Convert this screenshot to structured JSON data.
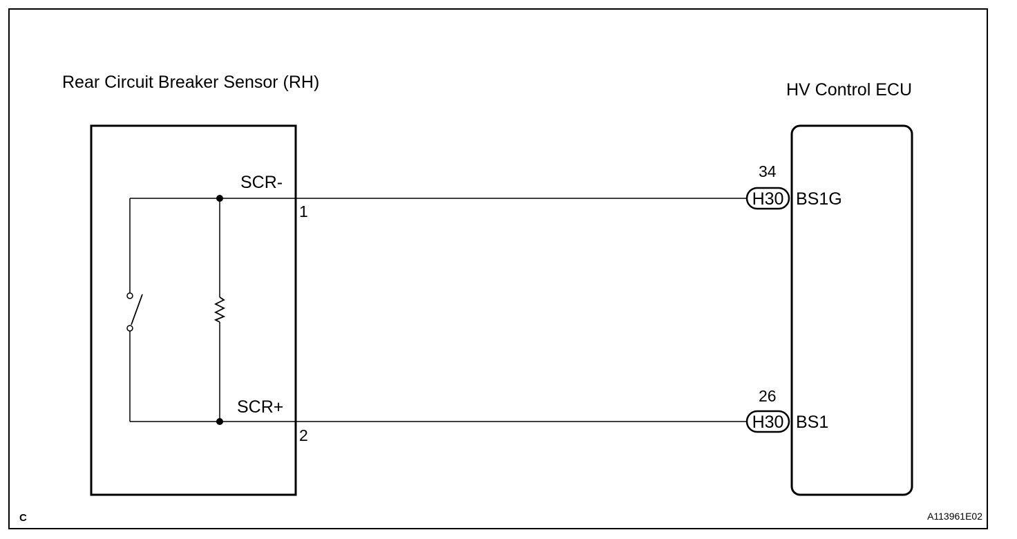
{
  "sensor": {
    "title": "Rear Circuit Breaker Sensor (RH)",
    "pins": [
      {
        "name": "SCR-",
        "number": "1"
      },
      {
        "name": "SCR+",
        "number": "2"
      }
    ]
  },
  "ecu": {
    "title": "HV Control ECU",
    "pins": [
      {
        "number": "34",
        "connector": "H30",
        "name": "BS1G"
      },
      {
        "number": "26",
        "connector": "H30",
        "name": "BS1"
      }
    ]
  },
  "footer": {
    "left_code": "C",
    "figure_id": "A113961E02"
  }
}
